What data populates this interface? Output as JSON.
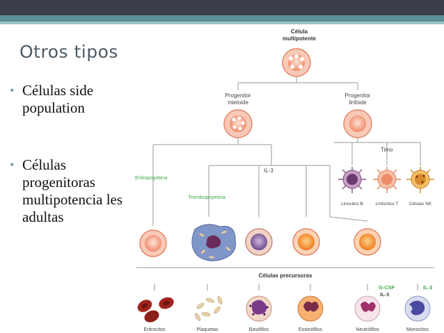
{
  "slide": {
    "title": "Otros tipos",
    "bullets": [
      {
        "text": "Células side population"
      },
      {
        "text": "Células progenitoras multipotencia les adultas"
      }
    ]
  },
  "diagram": {
    "root": {
      "line1": "Célula",
      "line2": "multipotente"
    },
    "myeloid": {
      "line1": "Progenitor",
      "line2": "mieloide"
    },
    "lymphoid": {
      "line1": "Progenitor",
      "line2": "linfoide"
    },
    "factors": {
      "eritropoyetina": "Eritropoyetina",
      "trombopoyetina": "Trombopoyetina",
      "il3": "IL-3",
      "timo": "Timo",
      "gcsf": "G-CSF",
      "il3b": "IL-3",
      "il3c": "IL-3"
    },
    "lymphocytes": [
      "Linocitos B",
      "Linfocitos T",
      "Células NK"
    ],
    "precursors_label": "Células precursoras",
    "mature_cells": [
      "Eritrocitos",
      "Plaquetas",
      "Basófilos",
      "Eosinófilos",
      "Neutrófilos",
      "Monocitos"
    ],
    "colors": {
      "factor_green": "#3aa845",
      "line_gray": "#9a9a9a",
      "cell_orange": "#f2a07e"
    }
  }
}
